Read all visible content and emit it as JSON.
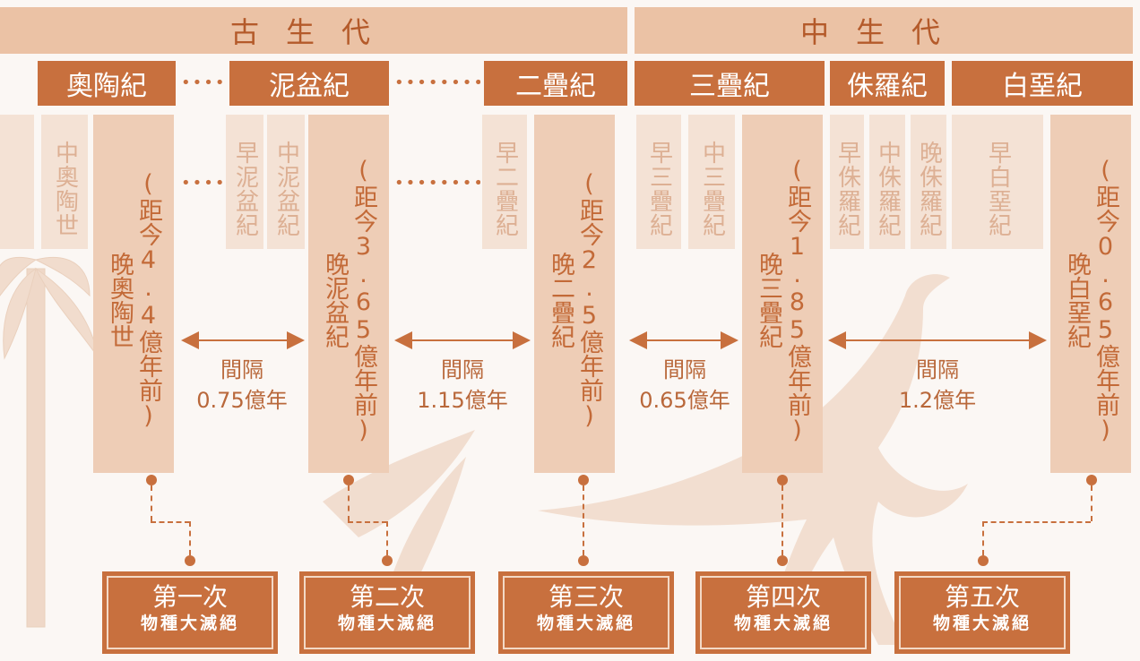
{
  "eras": {
    "paleozoic": "古生代",
    "mesozoic": "中生代"
  },
  "periods": {
    "ordovician": "奧陶紀",
    "devonian": "泥盆紀",
    "permian": "二疊紀",
    "triassic": "三疊紀",
    "jurassic": "侏羅紀",
    "cretaceous": "白堊紀"
  },
  "epochs": {
    "mid_ordovician": "中奧陶世",
    "early_devonian": "早泥盆紀",
    "mid_devonian": "中泥盆紀",
    "early_permian": "早二疊紀",
    "early_triassic": "早三疊紀",
    "mid_triassic": "中三疊紀",
    "early_jurassic": "早侏羅紀",
    "mid_jurassic": "中侏羅紀",
    "late_jurassic": "晚侏羅紀",
    "early_cretaceous": "早白堊紀"
  },
  "late_epochs": [
    {
      "name": "晚奧陶世",
      "ago": "(距今4.4億年前)"
    },
    {
      "name": "晚泥盆紀",
      "ago": "(距今3.65億年前)"
    },
    {
      "name": "晚二疊紀",
      "ago": "(距今2.5億年前)"
    },
    {
      "name": "晚三疊紀",
      "ago": "(距今1.85億年前)"
    },
    {
      "name": "晚白堊紀",
      "ago": "(距今0.65億年前)"
    }
  ],
  "intervals": [
    {
      "label": "間隔",
      "value": "0.75億年"
    },
    {
      "label": "間隔",
      "value": "1.15億年"
    },
    {
      "label": "間隔",
      "value": "0.65億年"
    },
    {
      "label": "間隔",
      "value": "1.2億年"
    }
  ],
  "extinctions": [
    {
      "title": "第一次",
      "subtitle": "物種大滅絕"
    },
    {
      "title": "第二次",
      "subtitle": "物種大滅絕"
    },
    {
      "title": "第三次",
      "subtitle": "物種大滅絕"
    },
    {
      "title": "第四次",
      "subtitle": "物種大滅絕"
    },
    {
      "title": "第五次",
      "subtitle": "物種大滅絕"
    }
  ],
  "colors": {
    "accent": "#c8703e",
    "era_band": "#ebc2a5",
    "late_column": "#eecdb6",
    "light_column": "#f4e2d5",
    "background": "#fbf7f4"
  },
  "decorations": [
    "fern-tree-illustration",
    "fern-leaf-illustration",
    "dinosaur-illustration"
  ]
}
